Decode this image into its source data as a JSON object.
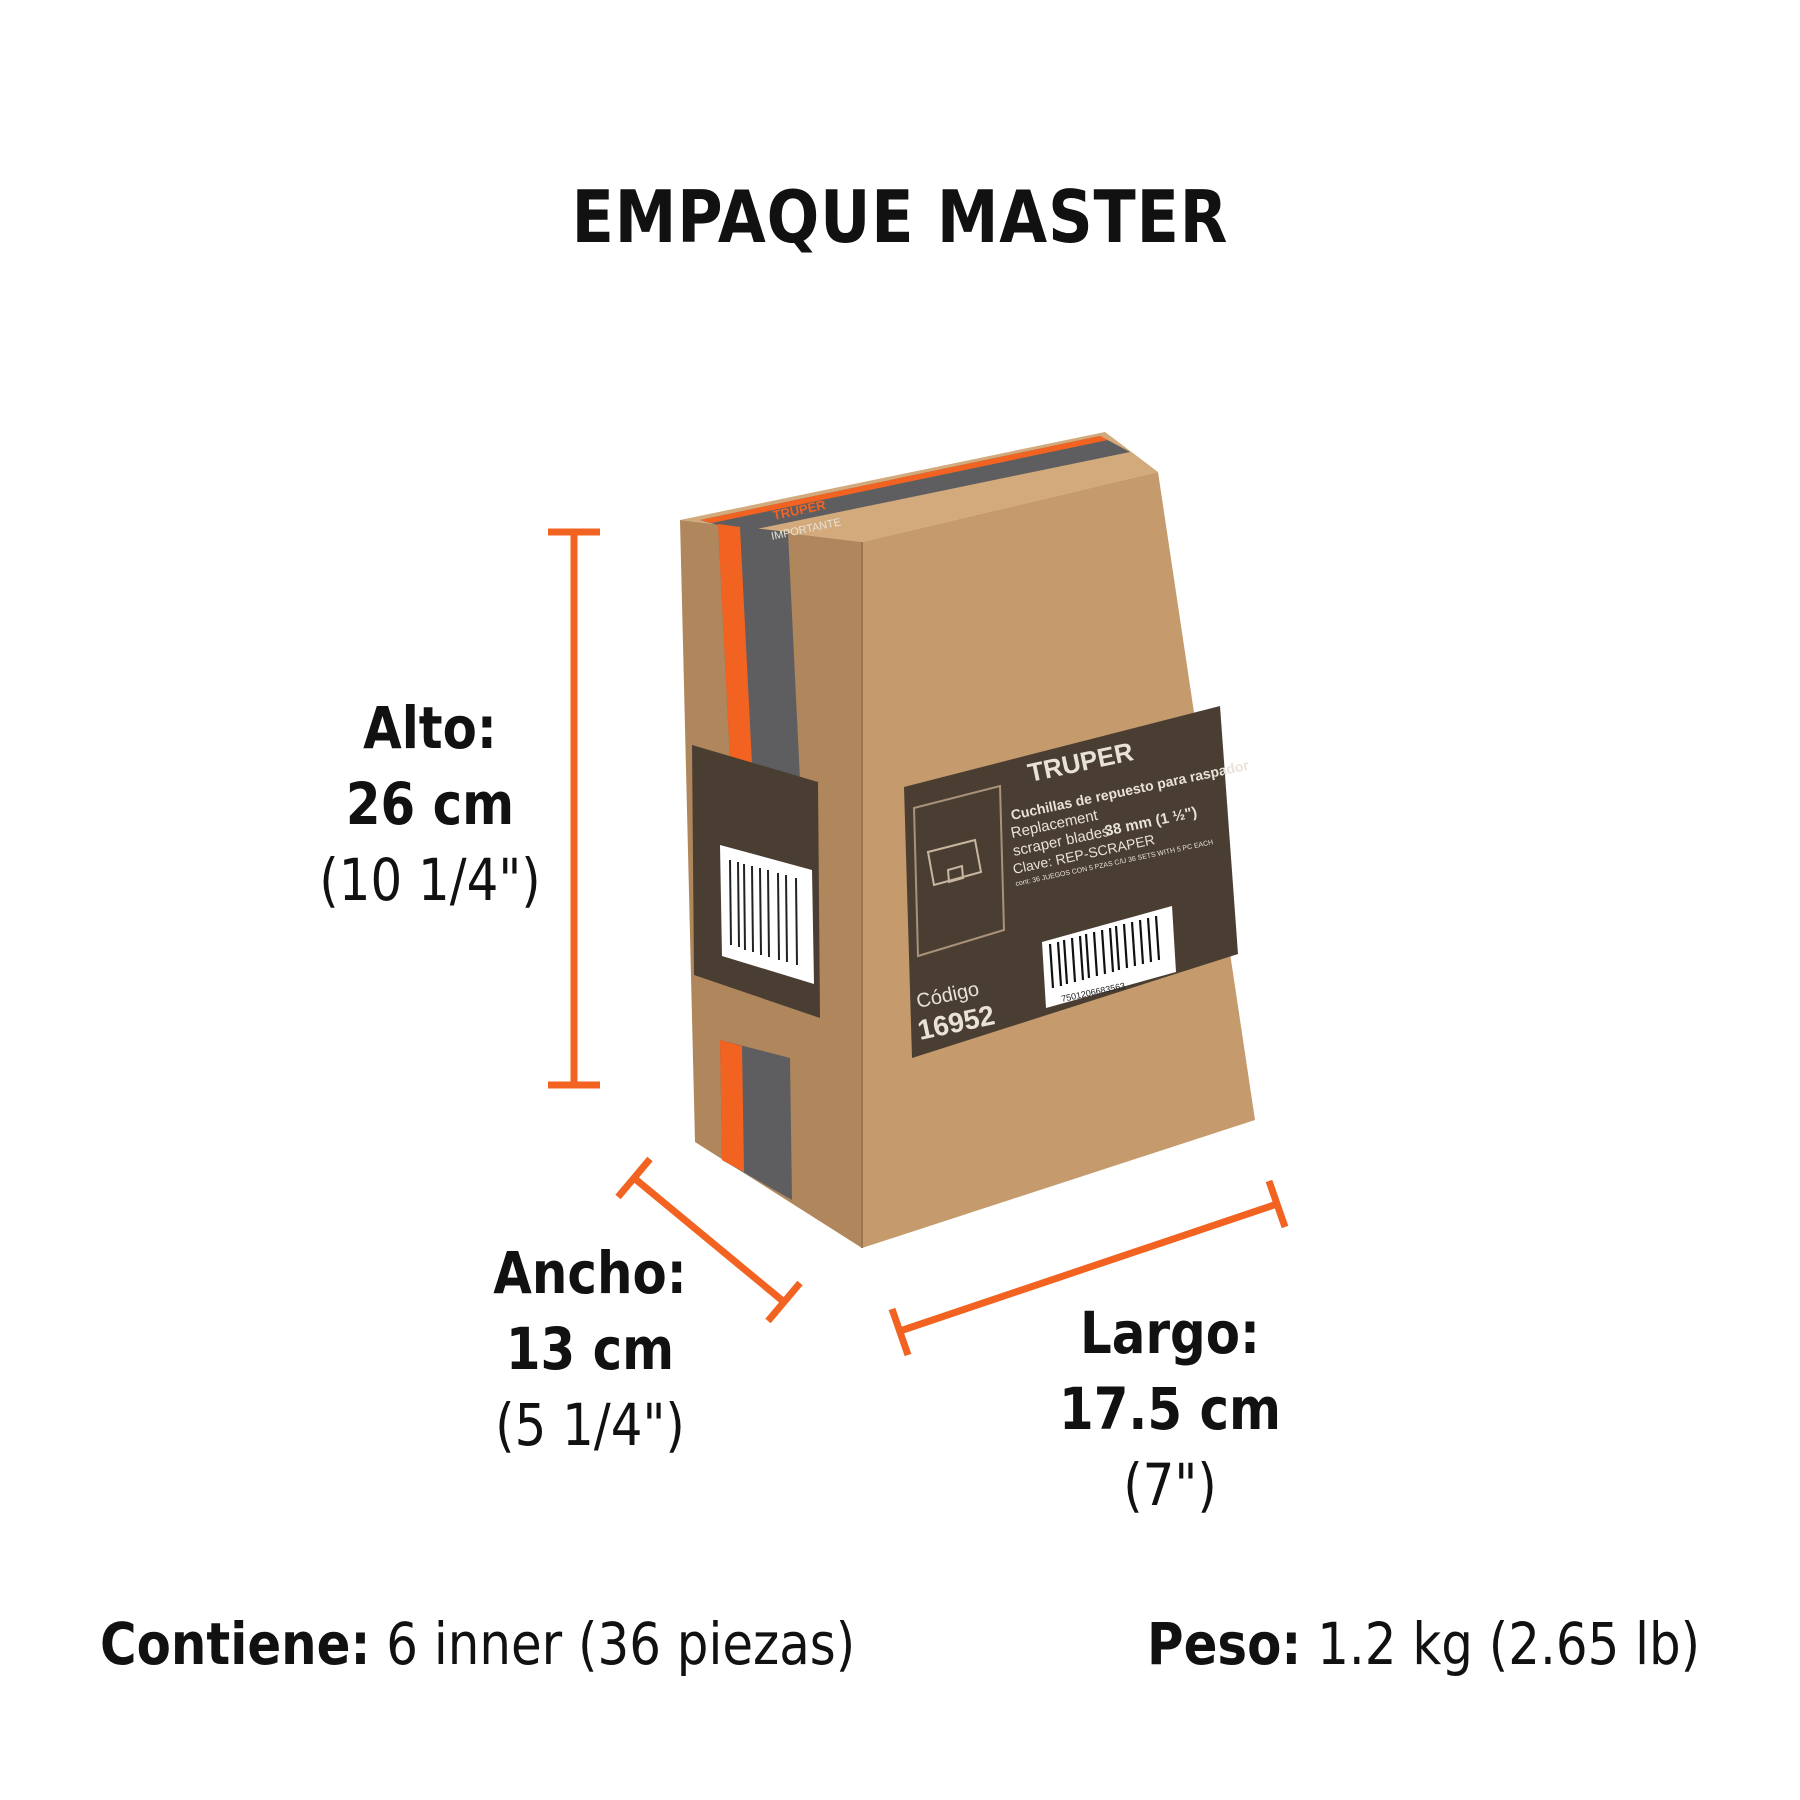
{
  "title": "EMPAQUE MASTER",
  "dimensions": {
    "alto": {
      "label": "Alto:",
      "metric": "26 cm",
      "imperial": "(10 1/4\")"
    },
    "ancho": {
      "label": "Ancho:",
      "metric": "13 cm",
      "imperial": "(5 1/4\")"
    },
    "largo": {
      "label": "Largo:",
      "metric": "17.5 cm",
      "imperial": "(7\")"
    }
  },
  "footer": {
    "contiene_label": "Contiene:",
    "contiene_value": "6 inner (36 piezas)",
    "peso_label": "Peso:",
    "peso_value": "1.2 kg (2.65 lb)"
  },
  "box_label": {
    "brand": "TRUPER",
    "desc_es": "Cuchillas de repuesto para raspador",
    "desc_en_1": "Replacement",
    "desc_en_2": "scraper blades",
    "size": "38 mm (1 ½\")",
    "clave": "Clave: REP-SCRAPER",
    "contents": "cont: 36 JUEGOS CON 5 PZAS C/U 36 SETS WITH 5 PC EACH",
    "barcode_number": "7501206683563",
    "codigo_label": "Código",
    "codigo_value": "16952",
    "tape_text": "IMPORTANTE"
  },
  "colors": {
    "accent": "#F26322",
    "cardboard_front": "#C59B6D",
    "cardboard_side": "#B0875C",
    "cardboard_top": "#D2AA7C",
    "label_dark": "#4A3E33",
    "tape_grey": "#5E5E60"
  }
}
